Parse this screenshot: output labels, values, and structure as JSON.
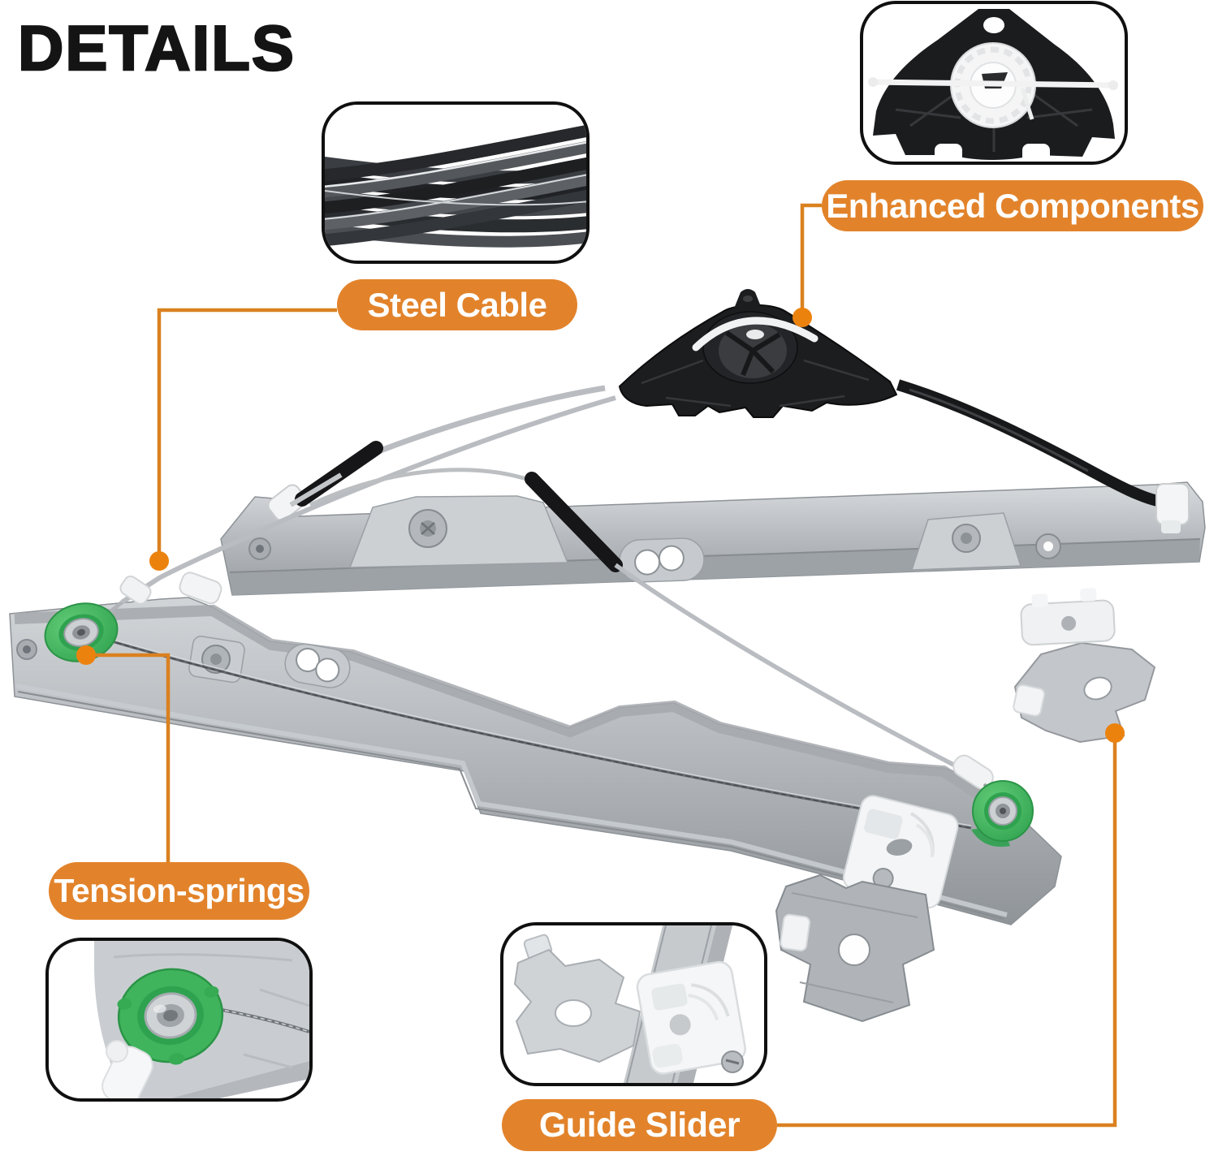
{
  "title": "DETAILS",
  "callouts": {
    "steel_cable": {
      "label": "Steel Cable"
    },
    "enhanced_components": {
      "label": "Enhanced Components"
    },
    "tension_springs": {
      "label": "Tension-springs"
    },
    "guide_slider": {
      "label": "Guide Slider"
    }
  },
  "colors": {
    "pill_background": "#E2832B",
    "pill_text": "#FFFFFF",
    "connector_line": "#DA8120",
    "connector_dot": "#EC820E",
    "title_text": "#141414",
    "inset_border": "#101010",
    "rail_gray": "#B9BDC1",
    "pulley_green": "#3FB45C",
    "drum_bracket_black": "#1B1C1E",
    "background": "#FFFFFF"
  }
}
